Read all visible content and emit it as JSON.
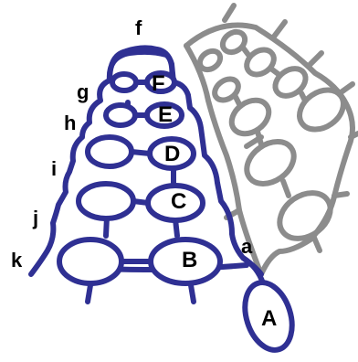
{
  "colors": {
    "primary": "#2f3093",
    "secondary": "#8c8c8c",
    "label": "#000000"
  },
  "labels": {
    "A": "A",
    "B": "B",
    "C": "C",
    "D": "D",
    "E": "E",
    "F": "F",
    "a": "a",
    "f": "f",
    "g": "g",
    "h": "h",
    "i": "i",
    "j": "j",
    "k": "k"
  }
}
